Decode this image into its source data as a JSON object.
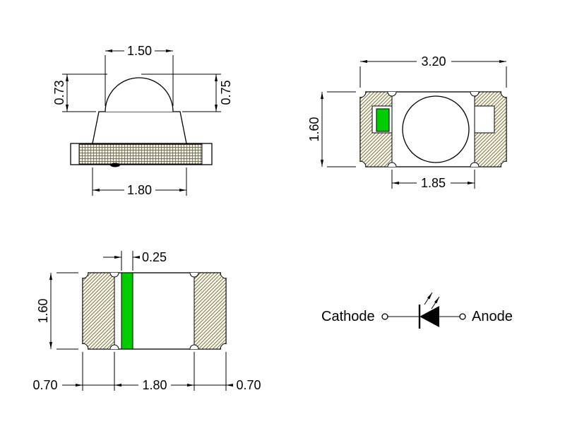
{
  "drawing": {
    "side_view": {
      "dim_dome_width": "1.50",
      "dim_height_left": "0.73",
      "dim_height_right": "0.75",
      "dim_base_width": "1.80"
    },
    "top_view": {
      "dim_overall_width": "3.20",
      "dim_overall_height": "1.60",
      "dim_inner_span": "1.85"
    },
    "bottom_view": {
      "dim_marker_width": "0.25",
      "dim_overall_height": "1.60",
      "dim_left_pad_width": "0.70",
      "dim_center_width": "1.80",
      "dim_right_pad_width": "0.70"
    },
    "schematic": {
      "cathode_label": "Cathode",
      "anode_label": "Anode"
    }
  },
  "colors": {
    "polarity_marker_green": "#00cc00",
    "pad_fill": "#fffbe8",
    "pad_hatch_line": "#76765c",
    "base_hatch_fill": "#efecdd",
    "base_hatch_line": "#6f6f5e",
    "line": "#000000"
  }
}
